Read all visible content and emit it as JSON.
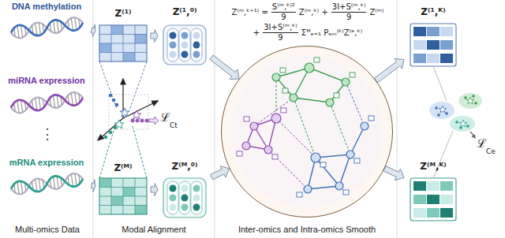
{
  "diagram": {
    "nodes": [
      {
        "text": [
          "DNA methylation"
        ]
      },
      {
        "text": [
          "miRNA expression"
        ]
      },
      {
        "text": [
          "mRNA expression"
        ]
      },
      {
        "text": [
          "Z⁽¹⁾"
        ]
      },
      {
        "text": [
          "Z⁽ᴹ⁾"
        ]
      },
      {
        "text": [
          "Z⁽¹,⁰⁾"
        ]
      },
      {
        "text": [
          "Z⁽ᴹ,⁰⁾"
        ]
      },
      {
        "text": [
          "Z⁽ᵐ,ᵏ⁺¹⁾ =",
          "S⁽ᵐ,ᵏ⁾²",
          "9",
          "Z⁽ᵐ,ᵏ⁾ +",
          "3I+S⁽ᵐ,ᵏ⁾",
          "9",
          "Z⁽ᵐ⁾",
          "+",
          "3I+S⁽ᵐ,ᵏ⁾",
          "9",
          "Σᴹₑ₌₁ Pₑₘ⁽ᵏ⁾Z⁽ᵉ,ᵏ⁾"
        ]
      },
      {
        "text": [
          "Z⁽¹,ᴷ⁾"
        ]
      },
      {
        "text": [
          "Z⁽ᴹ,ᴷ⁾"
        ]
      }
    ],
    "edges": [
      {
        "from": 0,
        "to": 3,
        "arrow": "to"
      },
      {
        "from": 2,
        "to": 4,
        "arrow": "to"
      },
      {
        "from": 3,
        "to": 5,
        "arrow": "to"
      },
      {
        "from": 4,
        "to": 6,
        "arrow": "to"
      },
      {
        "from": 5,
        "to": 7,
        "arrow": "to"
      },
      {
        "from": 6,
        "to": 7,
        "arrow": "to"
      },
      {
        "from": 7,
        "to": 8,
        "arrow": "to"
      },
      {
        "from": 7,
        "to": 9,
        "arrow": "to"
      }
    ],
    "labels": [
      "⋮",
      "Multi-omics Data",
      "ℒ",
      "Ct",
      "Modal Alignment",
      "Inter-omics and Intra-omics Smooth",
      "ℒ",
      "Ce"
    ]
  }
}
